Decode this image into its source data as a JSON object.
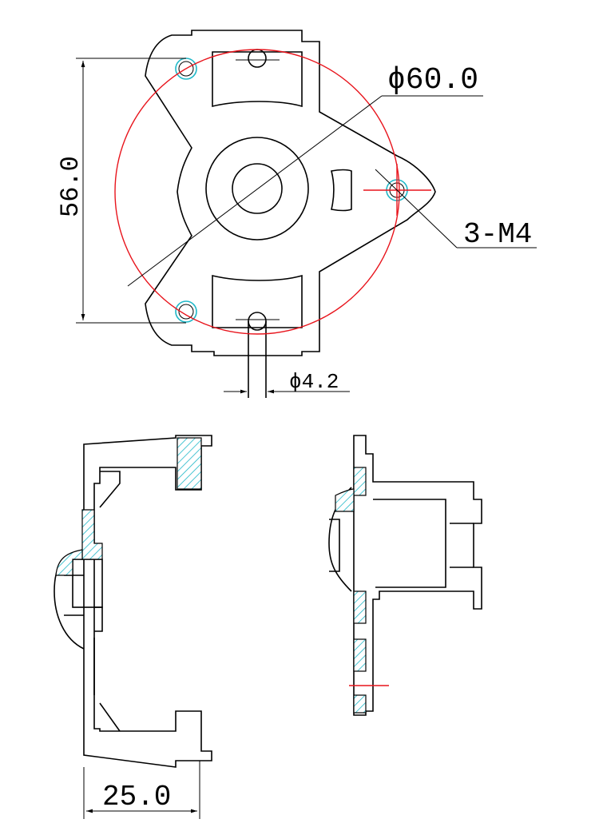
{
  "dimensions": {
    "circle_diameter": "ϕ60.0",
    "height": "56.0",
    "thread": "3-M4",
    "hole_diameter": "ϕ4.2",
    "width": "25.0"
  },
  "colors": {
    "outline": "#000000",
    "pitch_circle": "#e8141c",
    "holes_and_hatch": "#1fb8c8"
  }
}
